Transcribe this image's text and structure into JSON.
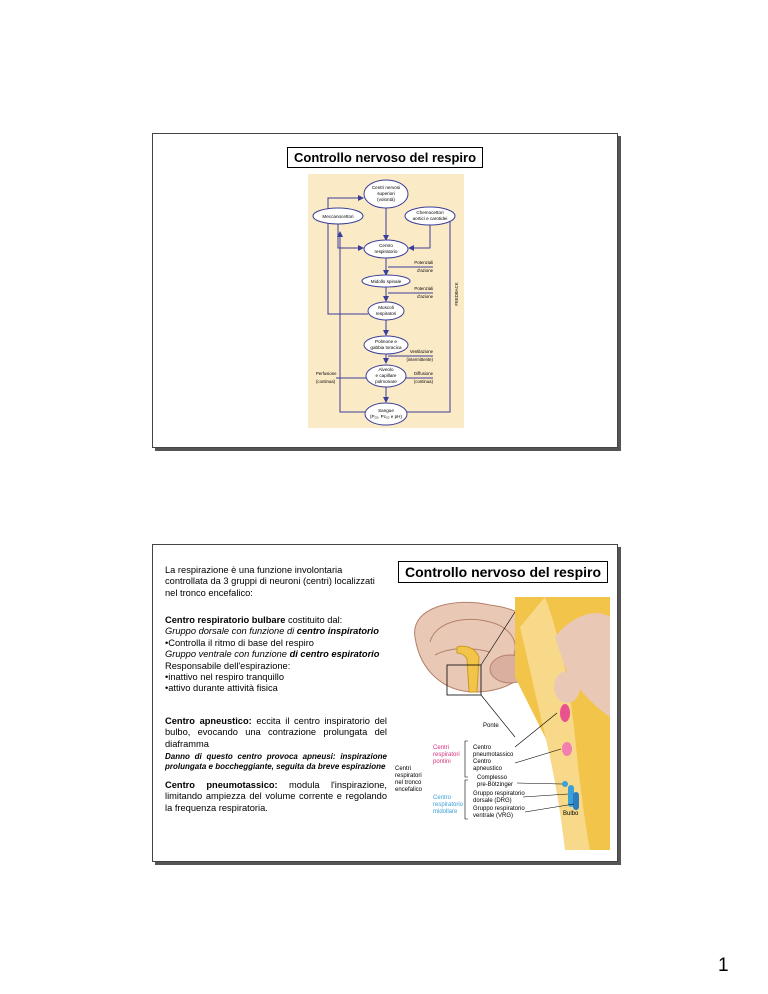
{
  "slide1": {
    "title": "Controllo nervoso del respiro",
    "diagram": {
      "nodes": {
        "centri_nervosi": [
          "Centri nervosi",
          "superiori",
          "(volontà)"
        ],
        "meccanocettori": "Meccanocettori",
        "chemocettori": [
          "Chemocettori",
          "aortici e carotidei"
        ],
        "centro_respiratorio": [
          "Centro",
          "respiratorio"
        ],
        "midollo": "Midollo spinale",
        "muscoli": [
          "Muscoli",
          "respiratori"
        ],
        "polmone": [
          "Polmone e",
          "gabbia toracica"
        ],
        "alveolo": [
          "Alveolo",
          "e capillare",
          "polmonare"
        ],
        "sangue": [
          "Sangue",
          "(Pₒ₂, Pᴄₒ₂ e pH)"
        ]
      },
      "labels": {
        "potenziali_1": [
          "Potenziali",
          "d'azione"
        ],
        "potenziali_2": [
          "Potenziali",
          "d'azione"
        ],
        "ventilazione": [
          "Ventilazione",
          "(intermittente)"
        ],
        "perfusione": [
          "Perfusione",
          "(continua)"
        ],
        "diffusione": [
          "Diffusione",
          "(continua)"
        ],
        "feedback": "FEEDBACK"
      },
      "colors": {
        "background": "#fbeac6",
        "node_fill": "#ffffff",
        "arrow": "#3b3f9a"
      }
    }
  },
  "slide2": {
    "title": "Controllo nervoso del respiro",
    "intro": "La respirazione è una funzione involontaria controllata da 3 gruppi di neuroni (centri) localizzati nel tronco encefalico:",
    "bulbar": {
      "heading": "Centro respiratorio bulbare",
      "heading_rest": " costituito dal:",
      "dorsal_a": "Gruppo dorsale con funzione di ",
      "dorsal_b": "centro inspiratorio",
      "dorsal_item": "•Controlla il ritmo di base del respiro",
      "ventral_a": "Gruppo ventrale con funzione ",
      "ventral_b": "di centro espiratorio",
      "ventral_resp": "Responsabile dell'espirazione:",
      "item1": "•inattivo nel respiro tranquillo",
      "item2": "•attivo durante attività fisica"
    },
    "apneustic": {
      "heading": "Centro apneustico:",
      "text": " eccita il centro inspiratorio del bulbo, evocando una contrazione prolungata del diaframma",
      "damage": "Danno di questo centro provoca apneusi: inspirazione prolungata e boccheggiante, seguita da breve espirazione"
    },
    "pneumotaxic": {
      "heading": "Centro pneumotassico:",
      "text": " modula l'inspirazione, limitando ampiezza del volume corrente e regolando la frequenza respiratoria."
    },
    "figure": {
      "ponte": "Ponte",
      "centri_respiratori": [
        "Centri",
        "respiratori",
        "nel tronco",
        "encefalico"
      ],
      "pontini": [
        "Centri",
        "respiratori",
        "pontini"
      ],
      "midollare": [
        "Centro",
        "respiratorio",
        "midollare"
      ],
      "pneumotassico": [
        "Centro",
        "pneumotassico"
      ],
      "apneustico": [
        "Centro",
        "apneustico"
      ],
      "botzinger": [
        "Complesso",
        "pre-Bötzinger"
      ],
      "drg": [
        "Gruppo respiratorio",
        "dorsale (DRG)"
      ],
      "vrg": [
        "Gruppo respiratorio",
        "ventrale (VRG)"
      ],
      "bulbo": "Bulbo",
      "colors": {
        "pontini": "#d6307e",
        "midollare": "#3aa0d8"
      }
    }
  },
  "page_number": "1"
}
